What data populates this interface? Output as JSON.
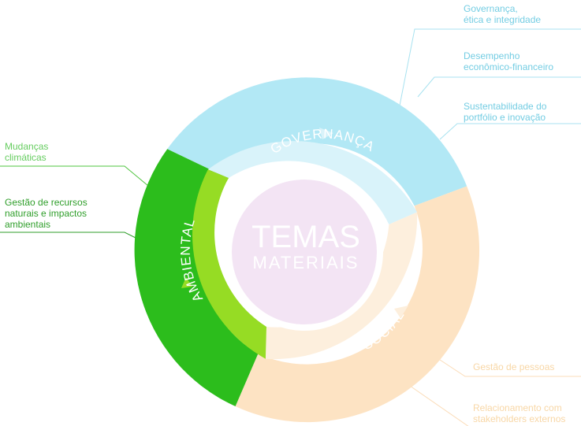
{
  "center": {
    "title": "TEMAS",
    "subtitle": "MATERIAIS"
  },
  "pillars": {
    "governance": "GOVERNANÇA",
    "social": "SOCIAL",
    "environmental": "AMBIENTAL"
  },
  "topics": {
    "governance": [
      [
        "Governança,",
        "ética e integridade"
      ],
      [
        "Desempenho",
        "econômico-financeiro"
      ],
      [
        "Sustentabilidade do",
        "portfólio e inovação"
      ]
    ],
    "social": [
      [
        "Gestão de pessoas"
      ],
      [
        "Relacionamento com",
        "stakeholders externos"
      ]
    ],
    "environmental": [
      [
        "Mudanças",
        "climáticas"
      ],
      [
        "Gestão de recursos",
        "naturais e impactos",
        "ambientais"
      ]
    ]
  },
  "colors": {
    "governance_outer": "#b2e8f5",
    "governance_inner": "#d9f3fa",
    "governance_text": "#74cde3",
    "social_outer": "#fde3c3",
    "social_inner": "#fdefdd",
    "social_text": "#f8d7a6",
    "environmental_outer": "#2cbd1c",
    "environmental_inner": "#96dc24",
    "environmental_text_light": "#66cd60",
    "environmental_text_dark": "#2f9e2a",
    "center": "#f3e4f4"
  }
}
